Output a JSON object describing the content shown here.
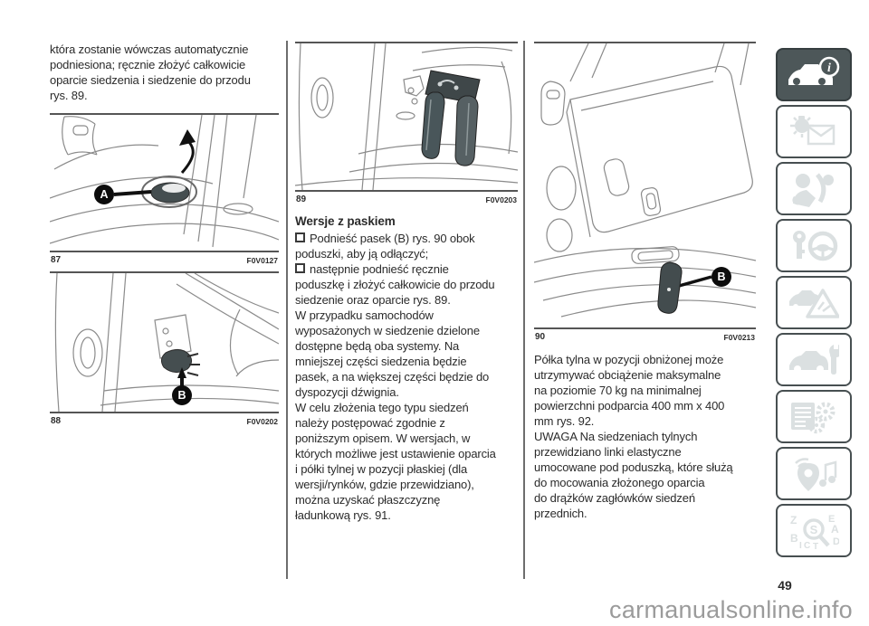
{
  "page": {
    "number": "49",
    "watermark": "carmanualsonline.info"
  },
  "left_column": {
    "intro": "która zostanie wówczas automatycznie\npodniesiona; ręcznie złożyć całkowicie\noparcie siedzenia i siedzenie do przodu\nrys. 89.",
    "figure_87": {
      "number": "87",
      "code": "F0V0127",
      "callout": "A"
    },
    "figure_88": {
      "number": "88",
      "code": "F0V0202",
      "callout": "B"
    }
  },
  "middle_column": {
    "figure_89": {
      "number": "89",
      "code": "F0V0203"
    },
    "heading": "Wersje z paskiem",
    "bullet_1": "Podnieść pasek (B) rys. 90 obok\npoduszki, aby ją odłączyć;",
    "bullet_2": "następnie podnieść ręcznie\npoduszkę i złożyć całkowicie do przodu\nsiedzenie oraz oparcie rys. 89.",
    "para_1": "W przypadku samochodów\nwyposażonych w siedzenie dzielone\ndostępne będą oba systemy. Na\nmniejszej części siedzenia będzie\npasek, a na większej części będzie do\ndyspozycji dźwignia.",
    "para_2": "W celu złożenia tego typu siedzeń\nnależy postępować zgodnie z\nponiższym opisem. W wersjach, w\nktórych możliwe jest ustawienie oparcia\ni półki tylnej w pozycji płaskiej (dla\nwersji/rynków, gdzie przewidziano),\nmożna uzyskać płaszczyznę\nładunkową rys. 91."
  },
  "right_column": {
    "figure_90": {
      "number": "90",
      "code": "F0V0213",
      "callout": "B"
    },
    "para_1": "Półka tylna w pozycji obniżonej może\nutrzymywać obciążenie maksymalne\nna poziomie 70 kg na minimalnej\npowierzchni podparcia 400 mm x 400\nmm rys. 92.",
    "para_2": "UWAGA Na siedzeniach tylnych\nprzewidziano linki elastyczne\numocowane pod poduszką, które służą\ndo mocowania złożonego oparcia\ndo drążków zagłówków siedzeń\nprzednich."
  },
  "sidebar": {
    "tabs": [
      {
        "icon": "car-info-icon",
        "active": true
      },
      {
        "icon": "warning-lights-icon",
        "active": false
      },
      {
        "icon": "safety-airbag-icon",
        "active": false
      },
      {
        "icon": "key-steering-icon",
        "active": false
      },
      {
        "icon": "emergency-triangle-icon",
        "active": false
      },
      {
        "icon": "car-service-icon",
        "active": false
      },
      {
        "icon": "technical-data-icon",
        "active": false
      },
      {
        "icon": "multimedia-icon",
        "active": false
      },
      {
        "icon": "index-search-icon",
        "active": false
      }
    ]
  },
  "colors": {
    "active_tab_bg": "#4d5759",
    "inactive_icon": "#dbe0e1",
    "watermark_gray": "#9b9b9b"
  }
}
